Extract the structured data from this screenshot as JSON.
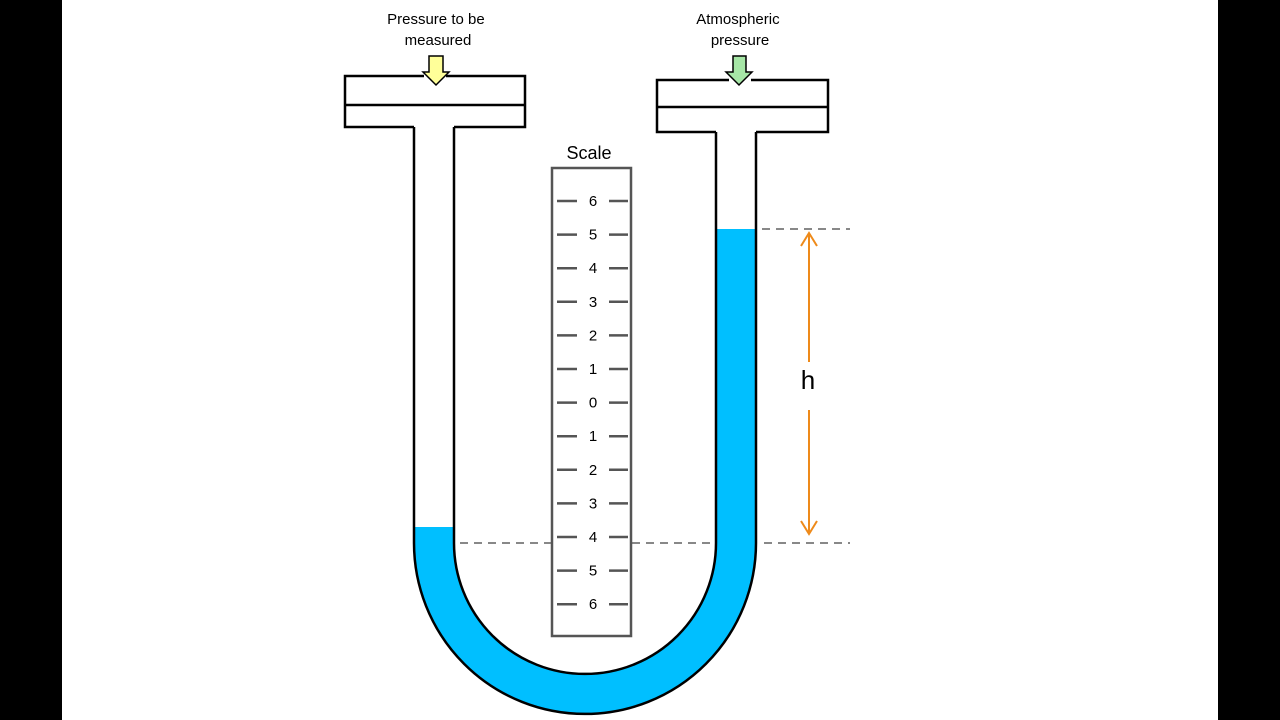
{
  "labels": {
    "left_input": [
      "Pressure to be",
      "measured"
    ],
    "right_input": [
      "Atmospheric",
      "pressure"
    ],
    "scale_title": "Scale",
    "height_symbol": "h"
  },
  "scale": {
    "ticks": [
      "6",
      "5",
      "4",
      "3",
      "2",
      "1",
      "0",
      "1",
      "2",
      "3",
      "4",
      "5",
      "6"
    ]
  },
  "colors": {
    "fluid": "#00BFFF",
    "left_arrow": "#FFFF99",
    "right_arrow": "#A6E6A6",
    "height_arrow": "#EE8A1A",
    "reference_line": "#888888",
    "outline": "#000000",
    "side_bars": "#000000"
  }
}
